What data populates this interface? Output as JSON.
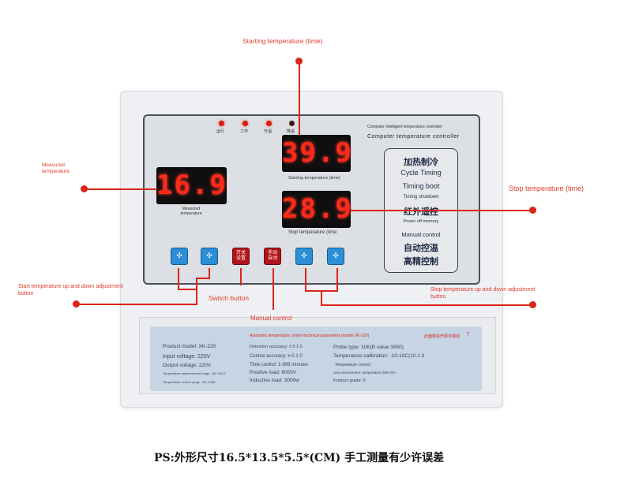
{
  "annotations": {
    "starting_temp": "Starting temperature (time)",
    "measured_temp_line1": "Measured",
    "measured_temp_line2": "temperature",
    "stop_temp": "Stop temperature (time)",
    "start_adj_line1": "Start temperature up and down adjustment",
    "start_adj_line2": "button",
    "switch_button": "Switch button",
    "stop_adj_line1": "Stop temperature up and down adjustment",
    "stop_adj_line2": "button",
    "manual_control": "Manual control"
  },
  "indicators": [
    "运行",
    "工作",
    "升温",
    "降温"
  ],
  "header": {
    "sub": "Computer intelligent temperature controller",
    "main": "Computer temperature controller"
  },
  "displays": {
    "measured": "16.9",
    "measured_caption": "Measured temperature",
    "start": "39.9",
    "start_caption": "Starting temperature (time)",
    "stop": "28.9",
    "stop_caption": "Stop temperature (time"
  },
  "functions": {
    "f1": "加热制冷",
    "f2": "Cycle Timing",
    "f3": "Timing boot",
    "f4": "Timing shutdown",
    "f5": "红外遥控",
    "f6": "Power off memory",
    "f7": "Manual control",
    "f8": "自动控温",
    "f9": "高精控制"
  },
  "buttons": {
    "switch_line1": "开关",
    "switch_line2": "设置",
    "manual_line1": "手动",
    "manual_line2": "自动"
  },
  "label": {
    "title": "Automatic temperature control technical parameters (model XK-220)",
    "note": "此面板扣开即可接线",
    "model": "Product model: XK-220",
    "input_voltage": "Input voltage: 220V",
    "output_voltage": "Output voltage: 220V",
    "meas_range": "Temperature measurement range: -50~120.0",
    "ctrl_range": "Temperature control range: -50~140E",
    "detection": "Detection accuracy: ± 0.1 0",
    "control_acc": "Control accuracy: ± 0.1 0",
    "time_control": "Time control: 1-999 minutes",
    "positive_load": "Positive load: 6000V",
    "inductive_load": "Inductive load: 3000w",
    "probe": "Probe type: 10K(B value 3950)",
    "calibration": "Temperature calibration: -10-10C(10.1 0",
    "temp_control": "Temperature control :",
    "environment": "Use environment: temperature 95% RH",
    "grade": "Product grade: 5"
  },
  "footer": "PS:外形尺寸16.5*13.5*5.5*(CM) 手工测量有少许误差",
  "colors": {
    "annotation_red": "#e23b2a",
    "led_red": "#ff2a1a",
    "button_blue": "#2a8fd6",
    "button_red": "#b1141a"
  }
}
